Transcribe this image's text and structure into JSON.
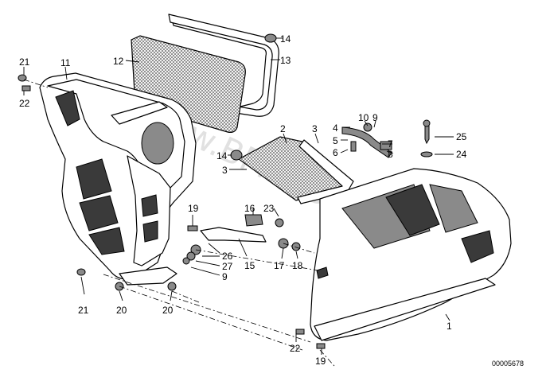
{
  "watermark": "www.BMW-Store.pl",
  "reference_number": "00005678",
  "callouts": {
    "c1": "1",
    "c2": "2",
    "c3a": "3",
    "c3b": "3",
    "c4": "4",
    "c5": "5",
    "c6": "6",
    "c7": "7",
    "c8": "8",
    "c9a": "9",
    "c9b": "9",
    "c10": "10",
    "c11": "11",
    "c12": "12",
    "c13": "13",
    "c14a": "14",
    "c14b": "14",
    "c15": "15",
    "c16": "16",
    "c17": "17",
    "c18": "18",
    "c19a": "19",
    "c19b": "19",
    "c20a": "20",
    "c20b": "20",
    "c21a": "21",
    "c21b": "21",
    "c22a": "22",
    "c22b": "22",
    "c23": "23",
    "c24": "24",
    "c25": "25",
    "c26": "26",
    "c27": "27"
  }
}
